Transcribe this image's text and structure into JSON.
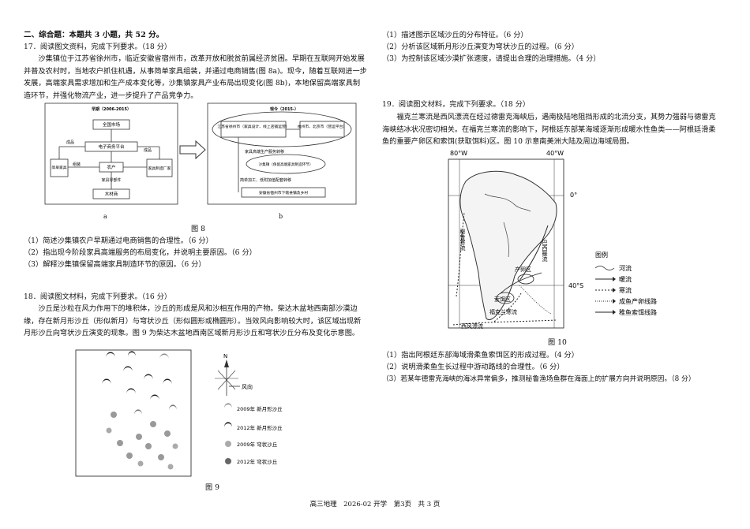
{
  "section_title": "二、综合题：本题共 3 小题，共 52 分。",
  "q17": {
    "header": "17．阅读图文资料，完成下列要求。（18 分）",
    "para": "沙集镇位于江苏省徐州市，临近安徽省宿州市，改革开放和脱贫前属经济贫困。早期在互联网开始发展并普及农村时，当地农户抓住机遇，从事简单家具组装，并通过电商销售(图 8a)。现今，随着互联网进一步发展，高端家具需求增加和生产成本变化等，沙集镇家具产业布局出现变化(图 8b)，本地保留高端家具制造环节，并强化物流产业，进一步提升了产品竞争力。",
    "fig_a": {
      "period": "早期（2006-2015）",
      "market": "全国市场",
      "finished1": "成品",
      "platform": "电子商务平台",
      "assemble": "组装",
      "simple": "简单家具",
      "farmer": "农户",
      "finished2": "成品",
      "maker": "家具制造厂家",
      "parts": "家具零部件",
      "wood": "木材商",
      "label": "a"
    },
    "fig_b": {
      "period": "现今（2015-）",
      "xuzhou": "江苏省徐州市（家具设计、线上店铺运营）",
      "hangzhou": "杭州市、北京市（营运平台）",
      "service": "家具高端生产服务转移",
      "shaji": "沙集镇（保留高端家具制造环节）",
      "simple_move": "简单加工、低附加值配套转移",
      "anhui": "安徽省宿州市下辖县镇及乡村",
      "label": "b"
    },
    "caption": "图 8",
    "sub1": "（1）简述沙集镇农户早期通过电商销售的合理性。（6 分）",
    "sub2": "（2）指出现今阶段家具高端服务的布局变化，并说明主要原因。（6 分）",
    "sub3": "（3）解释沙集镇保留高端家具制造环节的原因。（6 分）"
  },
  "q18": {
    "header": "18．阅读图文材料，完成下列要求。（16 分）",
    "para": "沙丘是沙粒在风力作用下的堆积体，沙丘的形成是风和沙相互作用的产物。柴达木盆地西南部沙漠边缘，存在新月形沙丘（形似新月）与穹状沙丘（形似圆形或椭圆形）。当效风向影响较大时，该区域出现新月形沙丘向穹状沙丘演变的现象。图 9 为柴达木盆地西南区域新月形沙丘和穹状沙丘分布及变化示意图。",
    "north": "N",
    "wind": "风向",
    "legend": [
      "2009年 新月形沙丘",
      "2012年 新月形沙丘",
      "2009年 穹状沙丘",
      "2012年 穹状沙丘"
    ],
    "caption": "图 9",
    "sub1": "（1）描述图示区域沙丘的分布特征。（6 分）",
    "sub2": "（2）分析该区域新月形沙丘演变为穹状沙丘的过程。（6 分）",
    "sub3": "（3）为控制该区域沙漠扩张速度，请提出合理的治理措施。（4 分）"
  },
  "q19": {
    "header": "19．阅读图文材料，完成下列要求。（18 分）",
    "para": "福克兰寒流是西风漂流在经过德雷克海峡后，遇南极陆地阻挡形成的北流分支，其势力强弱与德雷克海峡结冰状况密切相关。在福克兰寒流的影响下，阿根廷东部某海域逐渐形成暖水性鱼类——阿根廷滑柔鱼的重要产卵区和索饵(获取饵料)区。图 10 示意南美洲大陆及周边海域局图。",
    "map": {
      "lon1": "80°W",
      "lon2": "40°W",
      "lat1": "0°",
      "lat2": "40°S",
      "peru": "秘鲁寒流",
      "brazil": "巴西暖流",
      "spawn": "产卵区",
      "feed": "索饵区",
      "falkland": "福克兰寒流",
      "westwind": "西风漂流"
    },
    "legend_title": "图例",
    "legend": [
      "河流",
      "暖流",
      "寒流",
      "成鱼产卵线路",
      "稚鱼索饵线路"
    ],
    "caption": "图 10",
    "sub1": "（1）指出阿根廷东部海域滑柔鱼索饵区的形成过程。（4 分）",
    "sub2": "（2）说明滑柔鱼生长过程中游动路线的合理性。（6 分）",
    "sub3": "（3）若某年德雷克海峡的海冰异常偏多，推测秘鲁渔场鱼群在海面上的扩展方向并说明原因。（8 分）"
  },
  "footer": "高三地理　2026-02 开学　第3页　共 3 页"
}
